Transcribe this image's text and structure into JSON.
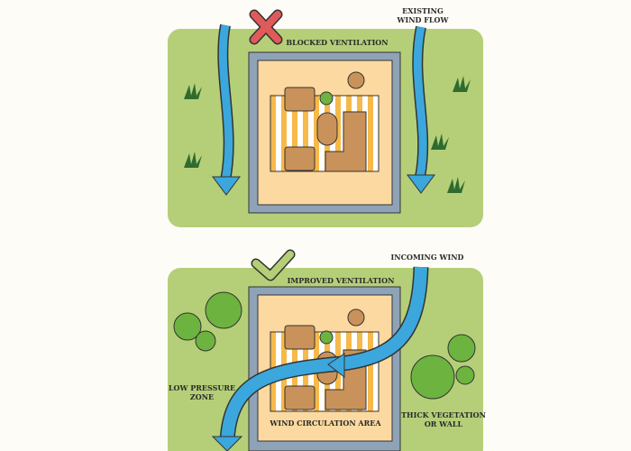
{
  "top": {
    "title": "BLOCKED VENTILATION",
    "wind_label_line1": "EXISTING",
    "wind_label_line2": "WIND FLOW",
    "status_icon": "cross-icon"
  },
  "bottom": {
    "title": "IMPROVED VENTILATION",
    "incoming_wind": "INCOMING WIND",
    "low_pressure_line1": "LOW PRESSURE",
    "low_pressure_line2": "ZONE",
    "vegetation_line1": "THICK VEGETATION",
    "vegetation_line2": "OR WALL",
    "circulation_area": "WIND CIRCULATION AREA",
    "status_icon": "checkmark-icon"
  },
  "colors": {
    "grass": "#b5cf78",
    "wall": "#8fa3b8",
    "floor": "#fcd9a0",
    "wind": "#3ba7dc",
    "cross": "#e05a5a",
    "check": "#b5cf78",
    "furniture": "#c9925a"
  }
}
